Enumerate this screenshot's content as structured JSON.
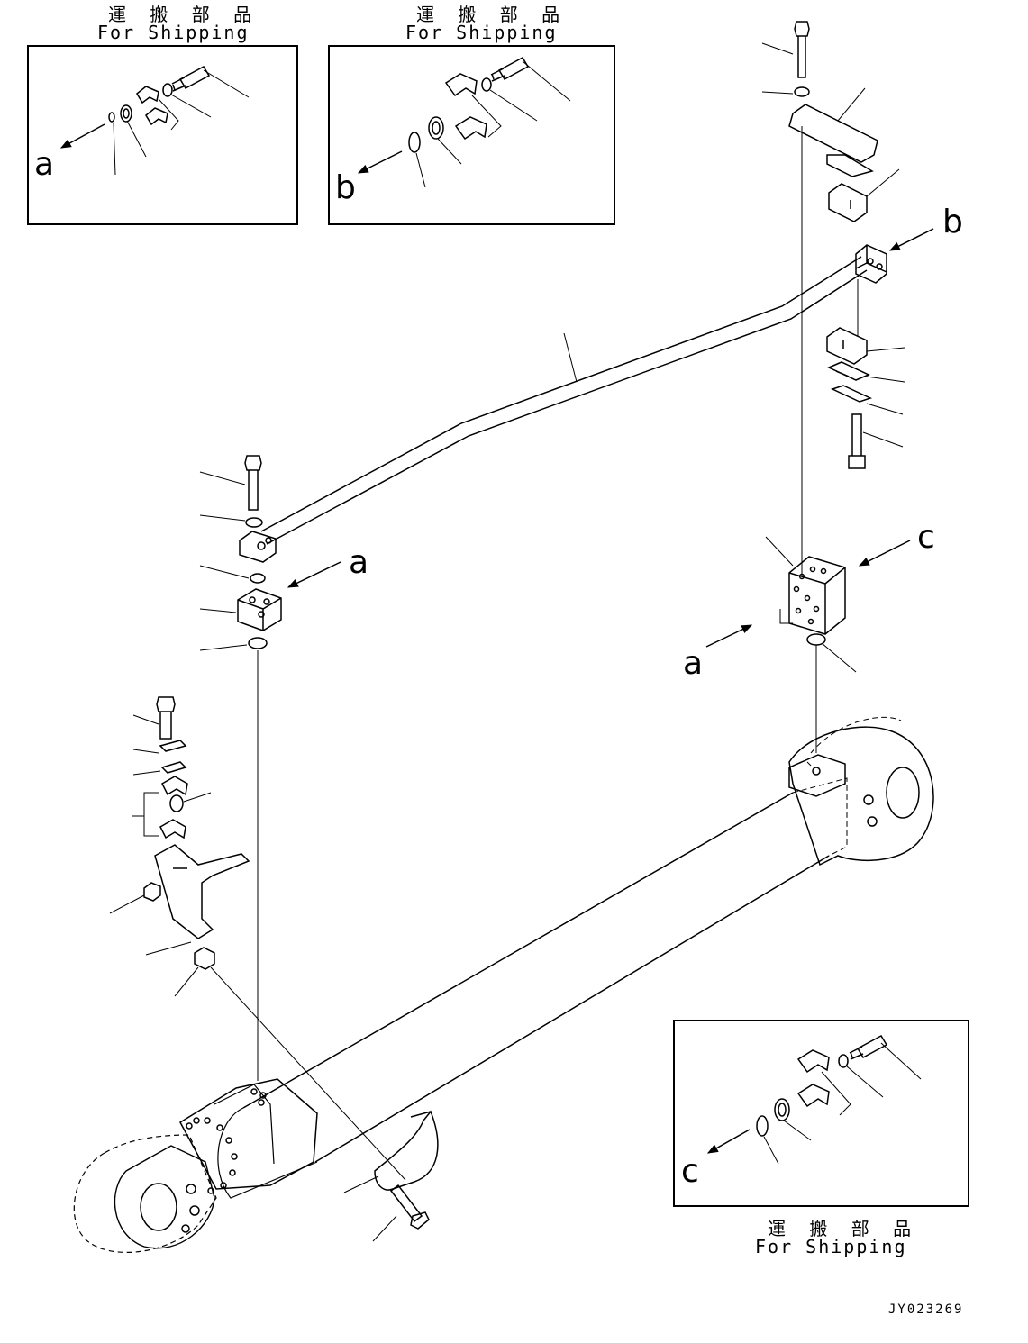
{
  "shipping_labels": [
    {
      "jp": "運 搬 部 品",
      "en": "For Shipping"
    },
    {
      "jp": "運 搬 部 品",
      "en": "For Shipping"
    },
    {
      "jp": "運 搬 部 品",
      "en": "For Shipping"
    }
  ],
  "view_letters": {
    "box1": "a",
    "box2": "b",
    "box3": "c",
    "tube_right": "b",
    "block_left": "a",
    "block_right_c": "c",
    "block_right_a": "a"
  },
  "drawing_code": "JY023269",
  "colors": {
    "line": "#000000",
    "background": "#ffffff"
  }
}
